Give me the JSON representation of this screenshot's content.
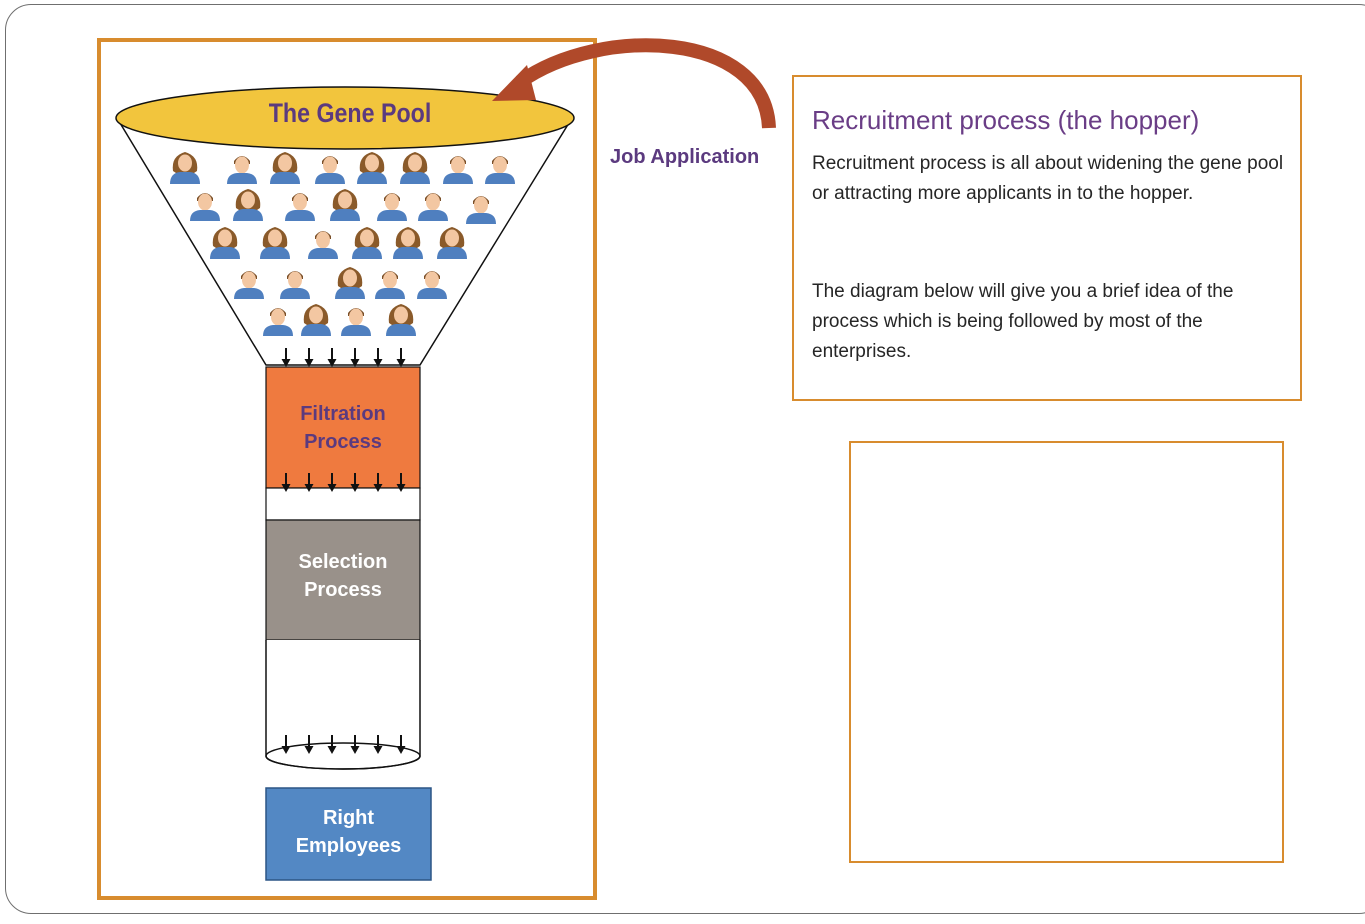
{
  "left_diagram": {
    "funnel_title": "The Gene Pool",
    "job_application_label": "Job Application",
    "filtration_label_line1": "Filtration",
    "filtration_label_line2": "Process",
    "selection_label_line1": "Selection",
    "selection_label_line2": "Process",
    "result_label_line1": "Right",
    "result_label_line2": "Employees"
  },
  "info_box": {
    "title": "Recruitment process (the hopper)",
    "paragraph1": "Recruitment process is all about widening the gene pool or attracting more applicants in to the  hopper.",
    "paragraph2": "The diagram below will give you a brief idea of the process which is being followed by  most of the enterprises."
  },
  "colors": {
    "frame_border": "#d88c2e",
    "gene_pool_fill": "#f2c53d",
    "filtration_fill": "#ef7a3f",
    "selection_fill": "#99918a",
    "result_fill": "#5388c4",
    "title_purple": "#5b3a7f",
    "arrow_brown": "#b0492a"
  },
  "icons": [
    "person-icon",
    "down-arrow-icon",
    "curved-arrow-icon",
    "funnel-people-illustration"
  ]
}
